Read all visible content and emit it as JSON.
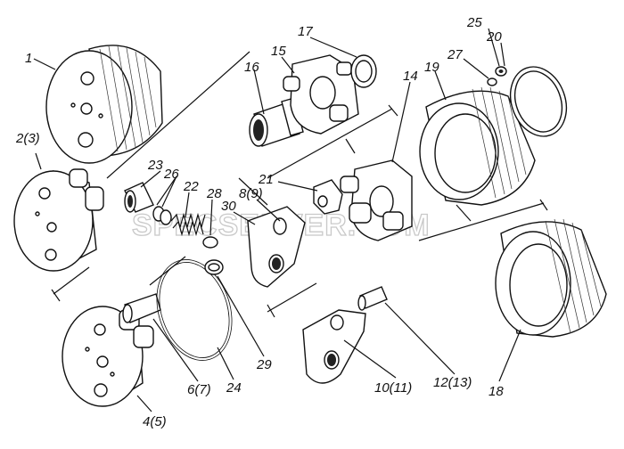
{
  "watermark": "SPECSERVER.COM",
  "labels": {
    "l1": "1",
    "l2": "2(3)",
    "l4": "4(5)",
    "l6": "6(7)",
    "l8": "8(9)",
    "l10": "10(11)",
    "l12": "12(13)",
    "l14": "14",
    "l15": "15",
    "l16": "16",
    "l17": "17",
    "l18": "18",
    "l19": "19",
    "l20": "20",
    "l21": "21",
    "l22": "22",
    "l23": "23",
    "l24": "24",
    "l25": "25",
    "l26": "26",
    "l27": "27",
    "l28": "28",
    "l29": "29",
    "l30": "30"
  },
  "colors": {
    "ink": "#111111",
    "paper": "#ffffff",
    "watermark": "#c9c9c9"
  }
}
